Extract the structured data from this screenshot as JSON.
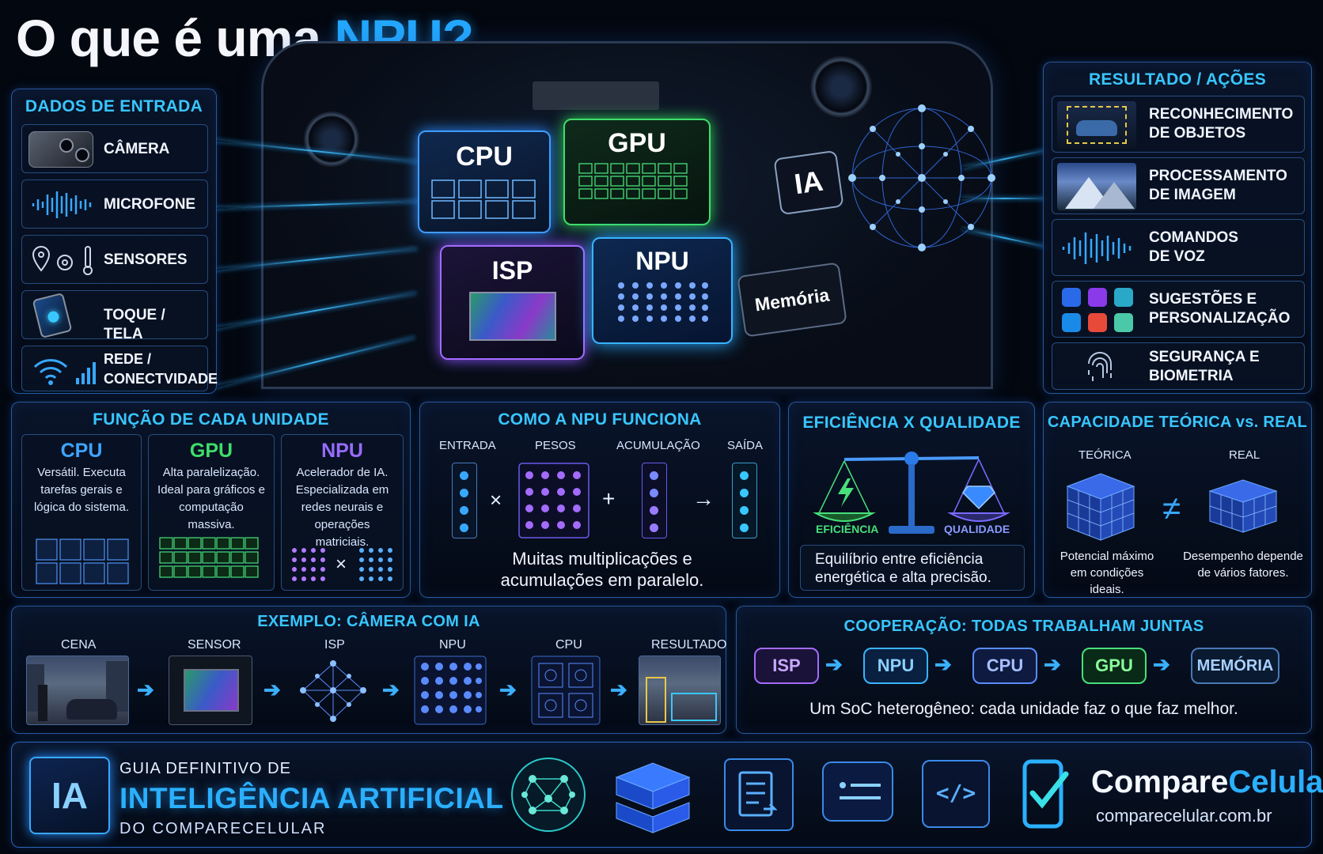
{
  "title": {
    "prefix": "O que é uma ",
    "highlight": "NPU?"
  },
  "input": {
    "title": "DADOS DE ENTRADA",
    "items": [
      {
        "label": "CÂMERA",
        "icon": "camera-icon"
      },
      {
        "label": "MICROFONE",
        "icon": "waveform-icon"
      },
      {
        "label": "SENSORES",
        "icon": "sensors-icon"
      },
      {
        "label": "TOQUE / TELA",
        "icon": "touch-icon"
      },
      {
        "label": "REDE /\nCONECTVIDADE",
        "icon": "wifi-icon"
      }
    ]
  },
  "chip": {
    "cpu": "CPU",
    "gpu": "GPU",
    "isp": "ISP",
    "npu": "NPU",
    "ia": "IA",
    "memoria": "Memória"
  },
  "output": {
    "title": "RESULTADO / AÇÕES",
    "items": [
      {
        "label": "RECONHECIMENTO\nDE OBJETOS"
      },
      {
        "label": "PROCESSAMENTO\nDE IMAGEM"
      },
      {
        "label": "COMANDOS\nDE VOZ"
      },
      {
        "label": "SUGESTÕES E\nPERSONALIZAÇÃO"
      },
      {
        "label": "SEGURANÇA E\nBIOMETRIA"
      }
    ]
  },
  "funcao": {
    "title": "FUNÇÃO DE CADA UNIDADE",
    "units": [
      {
        "name": "CPU",
        "desc": "Versátil. Executa tarefas gerais e lógica do sistema.",
        "color": "#3fa4ff"
      },
      {
        "name": "GPU",
        "desc": "Alta paralelização. Ideal para gráficos e computação massiva.",
        "color": "#3fdd6a"
      },
      {
        "name": "NPU",
        "desc": "Acelerador de IA. Especializada em redes neurais e operações matriciais.",
        "color": "#9a6bff"
      }
    ],
    "times": "×"
  },
  "como": {
    "title": "COMO A NPU FUNCIONA",
    "cols": [
      "ENTRADA",
      "PESOS",
      "ACUMULAÇÃO",
      "SAÍDA"
    ],
    "ops": [
      "×",
      "+",
      "→"
    ],
    "caption": "Muitas multiplicações e acumulações em paralelo."
  },
  "eficiencia": {
    "title": "EFICIÊNCIA X QUALIDADE",
    "left": "EFICIÊNCIA",
    "right": "QUALIDADE",
    "caption": "Equilíbrio entre eficiência energética e alta precisão."
  },
  "capacidade": {
    "title": "CAPACIDADE TEÓRICA vs. REAL",
    "left": "TEÓRICA",
    "right": "REAL",
    "neq": "≠",
    "left_caption": "Potencial máximo em condições ideais.",
    "right_caption": "Desempenho depende de vários fatores."
  },
  "exemplo": {
    "title": "EXEMPLO: CÂMERA COM IA",
    "steps": [
      "CENA",
      "SENSOR",
      "ISP",
      "NPU",
      "CPU",
      "RESULTADO"
    ]
  },
  "cooperacao": {
    "title": "COOPERAÇÃO: TODAS TRABALHAM JUNTAS",
    "chips": [
      {
        "label": "ISP",
        "color": "#a46bff"
      },
      {
        "label": "NPU",
        "color": "#38b4ff"
      },
      {
        "label": "CPU",
        "color": "#5a8cff"
      },
      {
        "label": "GPU",
        "color": "#48e07a"
      },
      {
        "label": "MEMÓRIA",
        "color": "#6fb8ff"
      }
    ],
    "caption": "Um SoC heterogêneo: cada unidade faz o que faz melhor."
  },
  "footer": {
    "badge": "IA",
    "line1": "GUIA DEFINITIVO DE",
    "line2": "INTELIGÊNCIA ARTIFICIAL",
    "line3": "DO COMPARECELULAR",
    "brand1": "Compare",
    "brand2": "Celular",
    "url": "comparecelular.com.br"
  }
}
